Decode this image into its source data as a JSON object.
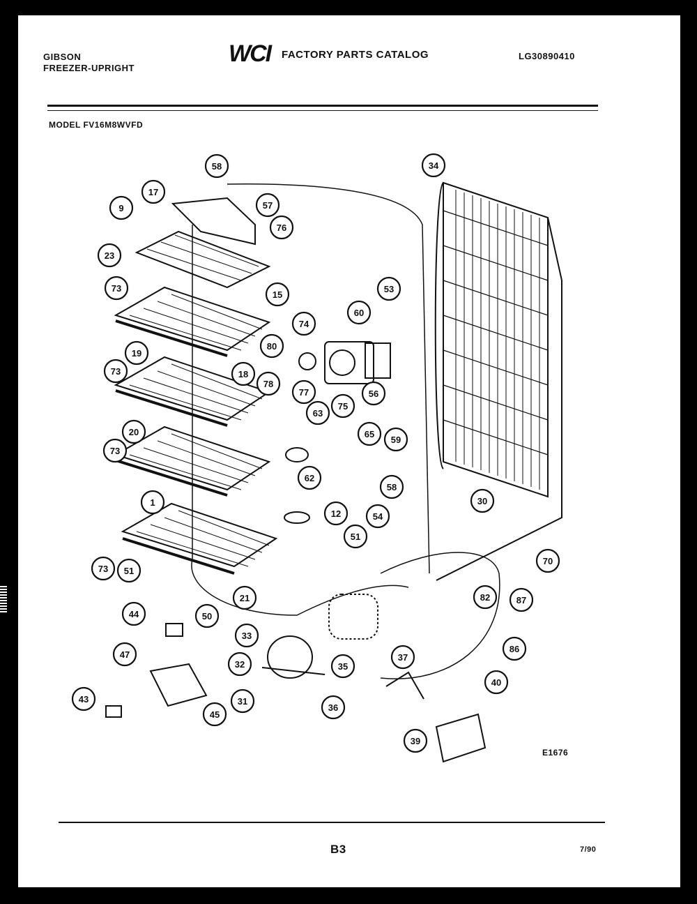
{
  "header": {
    "brand_line1": "GIBSON",
    "brand_line2": "FREEZER-UPRIGHT",
    "logo": "WCI",
    "catalog_title": "FACTORY PARTS CATALOG",
    "catalog_number": "LG30890410"
  },
  "model": "MODEL FV16M8WVFD",
  "figure_code": "E1676",
  "footer": {
    "page": "B3",
    "date": "7/90"
  },
  "callouts": [
    "58",
    "17",
    "9",
    "57",
    "76",
    "23",
    "73",
    "15",
    "34",
    "53",
    "60",
    "74",
    "80",
    "18",
    "19",
    "73",
    "78",
    "77",
    "75",
    "56",
    "63",
    "20",
    "73",
    "65",
    "59",
    "62",
    "1",
    "12",
    "58",
    "30",
    "54",
    "51",
    "73",
    "51",
    "21",
    "70",
    "82",
    "87",
    "44",
    "50",
    "33",
    "32",
    "35",
    "47",
    "37",
    "86",
    "40",
    "43",
    "31",
    "36",
    "45",
    "39"
  ]
}
